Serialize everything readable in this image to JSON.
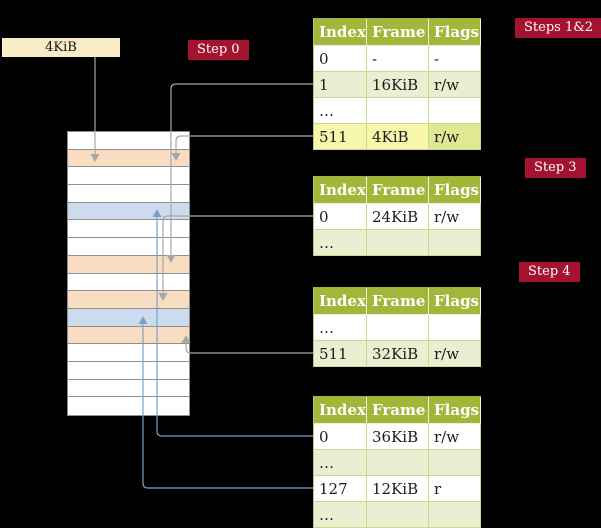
{
  "frame_box": {
    "label": "4KiB"
  },
  "badges": {
    "step0": "Step 0",
    "steps12": "Steps 1&2",
    "step3": "Step 3",
    "step4": "Step 4"
  },
  "tables": [
    {
      "name": "level-4-page-table",
      "headers": [
        "Index",
        "Frame",
        "Flags"
      ],
      "rows": [
        {
          "index": "0",
          "frame": "-",
          "flags": "-"
        },
        {
          "index": "1",
          "frame": "16KiB",
          "flags": "r/w"
        },
        {
          "index": "…",
          "frame": "",
          "flags": ""
        },
        {
          "index": "511",
          "frame": "4KiB",
          "flags": "r/w",
          "highlight": true
        }
      ]
    },
    {
      "name": "level-3-page-table",
      "headers": [
        "Index",
        "Frame",
        "Flags"
      ],
      "rows": [
        {
          "index": "0",
          "frame": "24KiB",
          "flags": "r/w"
        },
        {
          "index": "…",
          "frame": "",
          "flags": ""
        }
      ]
    },
    {
      "name": "level-2-page-table",
      "headers": [
        "Index",
        "Frame",
        "Flags"
      ],
      "rows": [
        {
          "index": "…",
          "frame": "",
          "flags": ""
        },
        {
          "index": "511",
          "frame": "32KiB",
          "flags": "r/w"
        }
      ]
    },
    {
      "name": "level-1-page-table",
      "headers": [
        "Index",
        "Frame",
        "Flags"
      ],
      "rows": [
        {
          "index": "0",
          "frame": "36KiB",
          "flags": "r/w"
        },
        {
          "index": "…",
          "frame": "",
          "flags": ""
        },
        {
          "index": "127",
          "frame": "12KiB",
          "flags": "r"
        },
        {
          "index": "…",
          "frame": "",
          "flags": ""
        }
      ]
    }
  ],
  "memory": {
    "rows": [
      {
        "type": "empty"
      },
      {
        "type": "page-table"
      },
      {
        "type": "empty"
      },
      {
        "type": "empty"
      },
      {
        "type": "frame"
      },
      {
        "type": "empty"
      },
      {
        "type": "empty"
      },
      {
        "type": "page-table"
      },
      {
        "type": "empty"
      },
      {
        "type": "page-table"
      },
      {
        "type": "frame"
      },
      {
        "type": "page-table"
      },
      {
        "type": "empty"
      },
      {
        "type": "empty"
      },
      {
        "type": "empty"
      },
      {
        "type": "empty"
      }
    ]
  },
  "colors": {
    "background": "#000000",
    "badge": "#a3132f",
    "frame_box": "#f9ecc7",
    "table_header": "#a2b73a",
    "row_alt": "#e9f0d2",
    "row_highlight": "#f7f7ab",
    "memory_page_table_row": "#f8ddc2",
    "memory_frame_row": "#ccdcee",
    "arrow_gray": "#a6a6a6",
    "arrow_blue": "#7f9fca"
  }
}
